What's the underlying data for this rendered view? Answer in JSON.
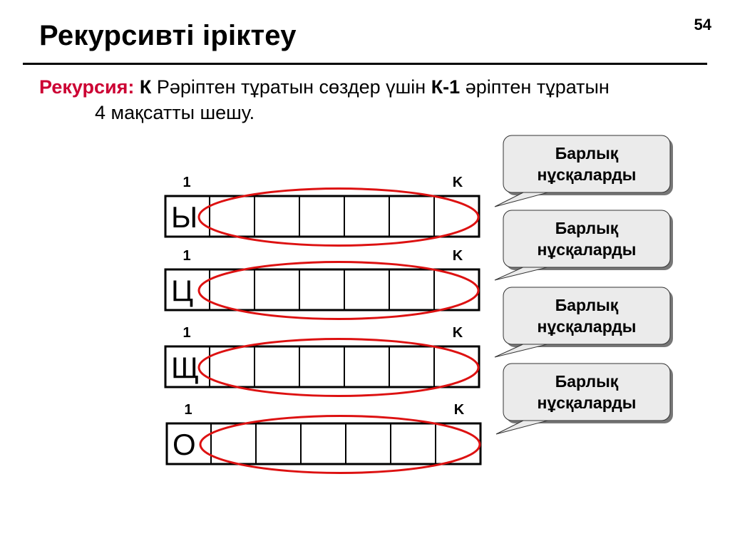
{
  "slide": {
    "number": "54",
    "title": "Рекурсивті іріктеу"
  },
  "task": {
    "label": "Рекурсия:",
    "part1": "К",
    "part2": " Рәріптен тұратын сөздер үшін ",
    "part3": "К-1",
    "part4": " әріптен тұратын",
    "line2": "4 мақсатты шешу."
  },
  "rows": [
    {
      "letter": "Ы",
      "first_label": "1",
      "last_label": "K",
      "callout_line1": "Барлық",
      "callout_line2": "нұсқаларды"
    },
    {
      "letter": "Ц",
      "first_label": "1",
      "last_label": "K",
      "callout_line1": "Барлық",
      "callout_line2": "нұсқаларды"
    },
    {
      "letter": "Щ",
      "first_label": "1",
      "last_label": "K",
      "callout_line1": "Барлық",
      "callout_line2": "нұсқаларды"
    },
    {
      "letter": "О",
      "first_label": "1",
      "last_label": "K",
      "callout_line1": "Барлық",
      "callout_line2": "нұсқаларды"
    }
  ],
  "colors": {
    "accent": "#cc0033",
    "ellipse": "#dd1111",
    "callout_fill": "#ebebeb",
    "callout_shadow": "#777777"
  }
}
